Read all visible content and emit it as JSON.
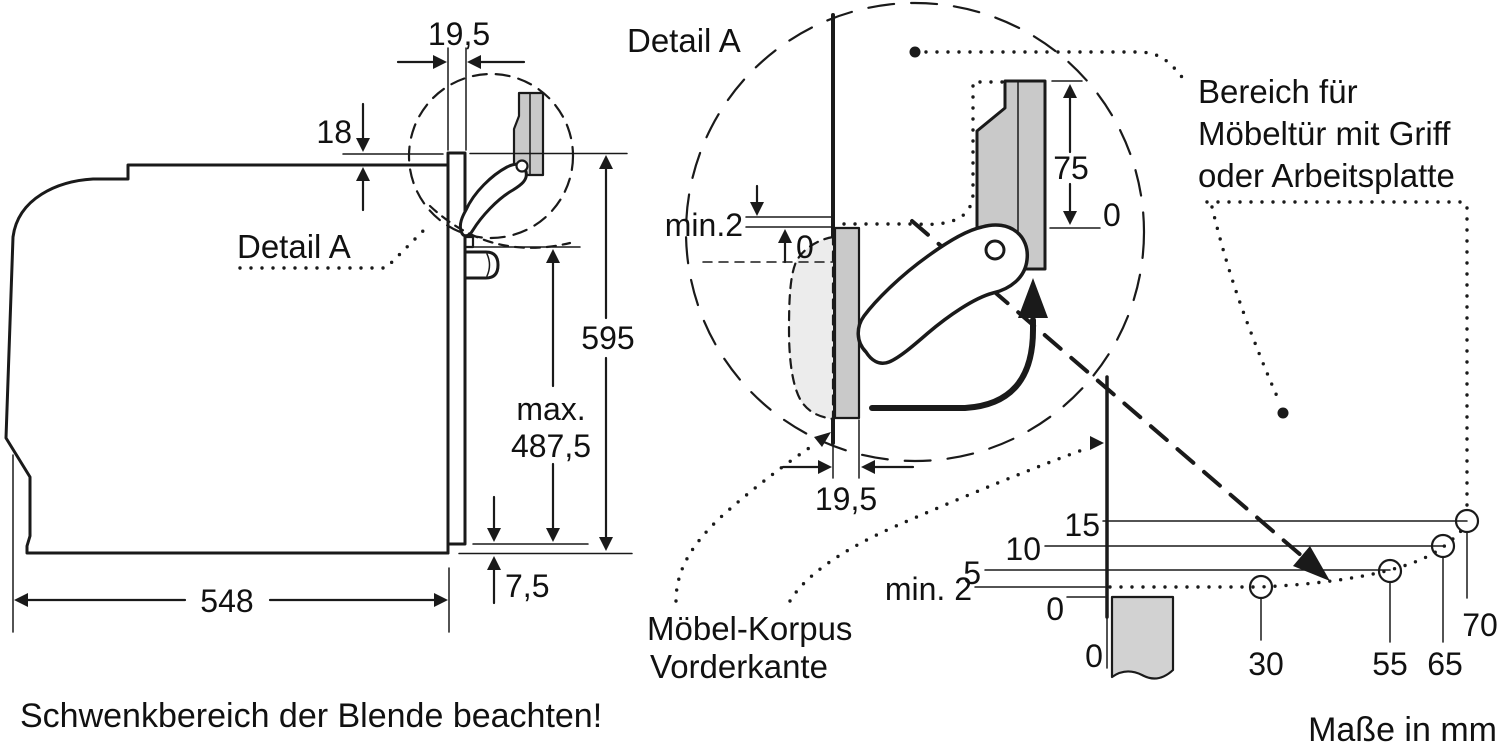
{
  "colors": {
    "line": "#1a1a1a",
    "part_gray": "#c9c9c9",
    "door_light_gray": "#ececec",
    "furniture_panel_gray": "#d2d2d2",
    "background": "#ffffff"
  },
  "side_view": {
    "dim_panel_width": "19,5",
    "dim_top_lip": "18",
    "detail_ref": "Detail A",
    "dim_height": "595",
    "dim_max_prefix": "max.",
    "dim_max_value": "487,5",
    "dim_bottom_lip": "7,5",
    "dim_depth": "548"
  },
  "detail": {
    "title": "Detail A",
    "min_gap": "min.2",
    "zero_gap": "0",
    "door_range": "75",
    "door_zero": "0",
    "dim_panel_width": "19,5"
  },
  "labels": {
    "area1": "Bereich für",
    "area2": "Möbeltür mit Griff",
    "area3": "oder Arbeitsplatte",
    "front_edge1": "Möbel-Korpus",
    "front_edge2": "Vorderkante",
    "warning": "Schwenkbereich der Blende beachten!",
    "units": "Maße in mm"
  },
  "offset_chart": {
    "y": [
      "15",
      "10",
      "5",
      "min. 2",
      "0"
    ],
    "x": [
      "0",
      "30",
      "55",
      "65",
      "70"
    ]
  },
  "chart_data": {
    "type": "line",
    "x_ticks": [
      0,
      30,
      55,
      65,
      70
    ],
    "y_ticks": [
      "0",
      "min. 2",
      "5",
      "10",
      "15"
    ],
    "points": [
      [
        30,
        2
      ],
      [
        55,
        5
      ],
      [
        65,
        10
      ],
      [
        70,
        15
      ]
    ],
    "marker": "circle",
    "unit": "mm",
    "grid": false
  }
}
